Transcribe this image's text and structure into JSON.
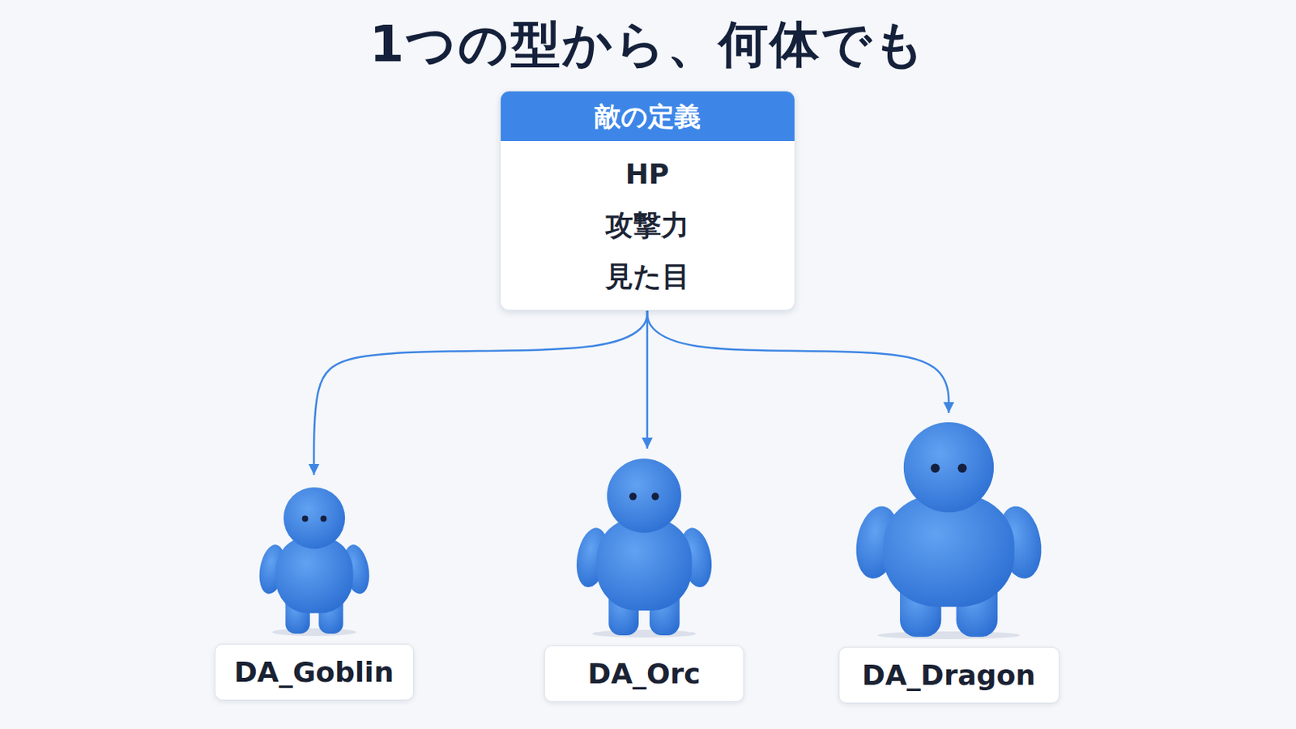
{
  "diagram": {
    "title": "1つの型から、何体でも",
    "nodes": [
      {
        "text": [
          "敵の定義",
          "HP",
          "攻撃力",
          "見た目"
        ]
      },
      {
        "text": [
          "DA_Goblin"
        ]
      },
      {
        "text": [
          "DA_Orc"
        ]
      },
      {
        "text": [
          "DA_Dragon"
        ]
      }
    ],
    "edges": [
      {
        "from": 0,
        "to": 1,
        "arrow": "to"
      },
      {
        "from": 0,
        "to": 2,
        "arrow": "to"
      },
      {
        "from": 0,
        "to": 3,
        "arrow": "to"
      }
    ]
  }
}
